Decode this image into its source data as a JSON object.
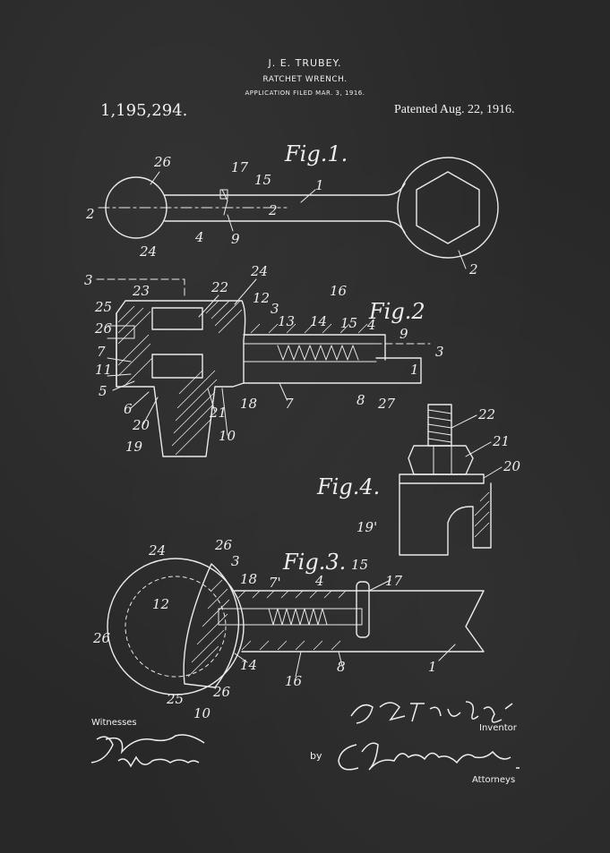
{
  "header": {
    "inventor": "J. E. TRUBEY.",
    "title": "RATCHET WRENCH.",
    "filed": "APPLICATION FILED MAR. 3, 1916.",
    "patent_number": "1,195,294.",
    "patent_date": "Patented Aug. 22, 1916."
  },
  "figures": {
    "fig1": "Fig.1.",
    "fig2": "Fig.2",
    "fig3": "Fig.3.",
    "fig4": "Fig.4."
  },
  "labels": {
    "f1": [
      "26",
      "17",
      "15",
      "1",
      "2",
      "2",
      "24",
      "4",
      "9",
      "2"
    ],
    "f2": [
      "3",
      "24",
      "22",
      "12",
      "23",
      "3",
      "16",
      "25",
      "26",
      "13",
      "14",
      "15",
      "4",
      "9",
      "3",
      "7",
      "11",
      "5",
      "6",
      "20",
      "19",
      "21",
      "10",
      "18",
      "7",
      "8",
      "27",
      "1"
    ],
    "f4": [
      "22",
      "21",
      "20",
      "19'"
    ],
    "f3": [
      "24",
      "26",
      "3",
      "18",
      "7'",
      "4",
      "15",
      "17",
      "12",
      "26",
      "14",
      "16",
      "8",
      "1",
      "25",
      "26",
      "10"
    ]
  },
  "footer": {
    "witnesses_label": "Witnesses",
    "witness_sig_1": "J. R. Tomlin",
    "witness_sig_2": "R. L. Parker",
    "inventor_signature": "J.E.Trubey",
    "inventor_label": "Inventor",
    "by_label": "by",
    "attorney_signature": "C.A.Snow&Co.",
    "attorneys_label": "Attorneys"
  }
}
